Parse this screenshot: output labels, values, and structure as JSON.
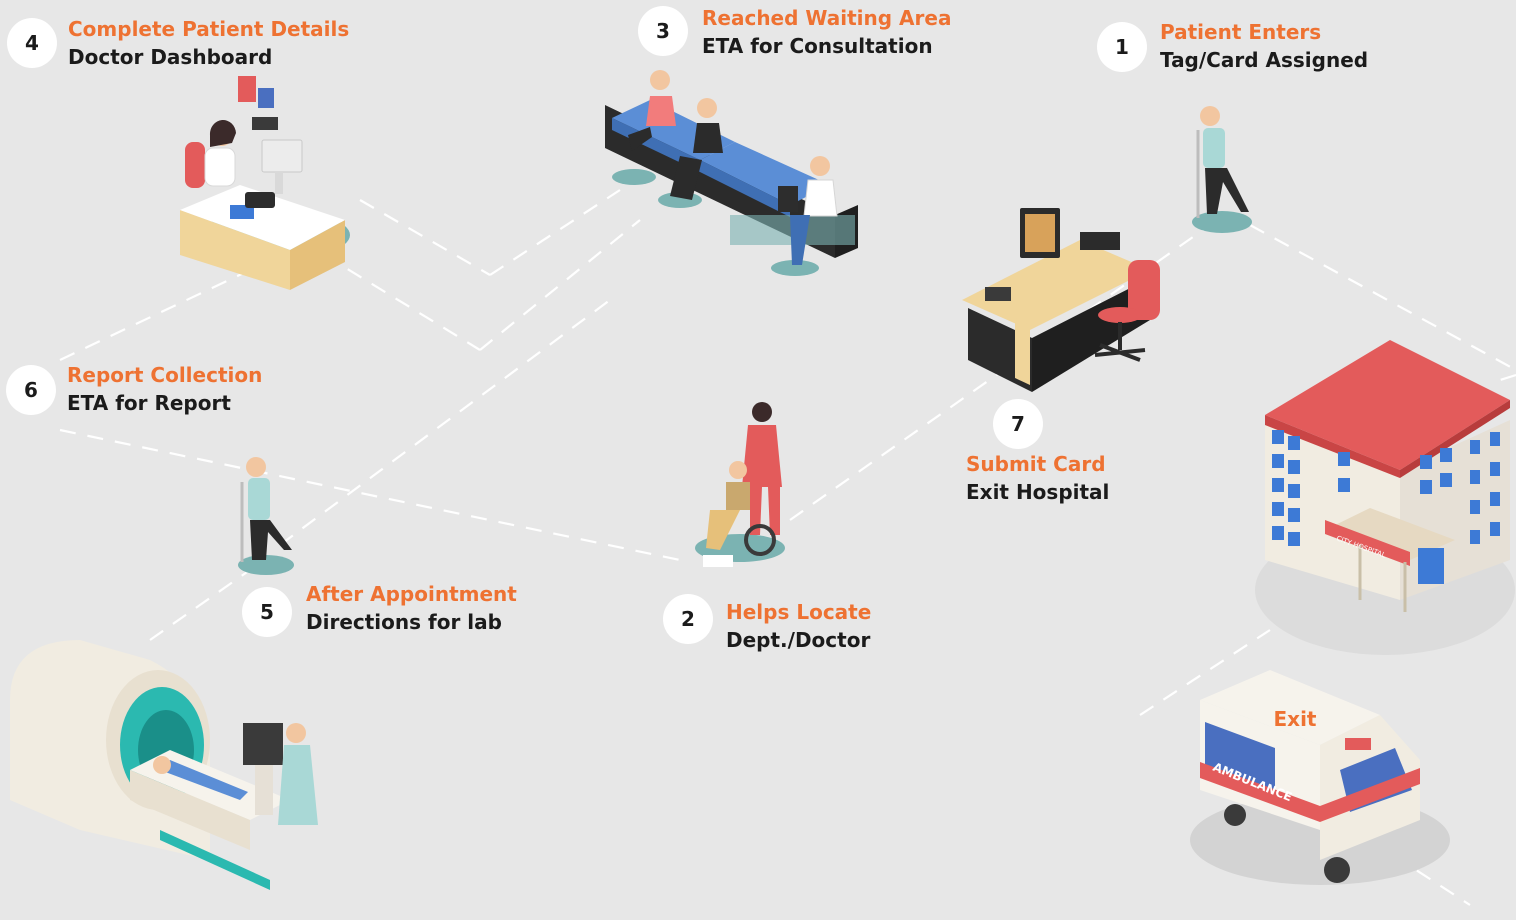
{
  "steps": [
    {
      "number": "1",
      "title": "Patient Enters",
      "subtitle": "Tag/Card Assigned"
    },
    {
      "number": "2",
      "title": "Helps Locate",
      "subtitle": "Dept./Doctor"
    },
    {
      "number": "3",
      "title": "Reached Waiting Area",
      "subtitle": "ETA for Consultation"
    },
    {
      "number": "4",
      "title": "Complete Patient Details",
      "subtitle": "Doctor Dashboard"
    },
    {
      "number": "5",
      "title": "After Appointment",
      "subtitle": "Directions for lab"
    },
    {
      "number": "6",
      "title": "Report Collection",
      "subtitle": "ETA for Report"
    },
    {
      "number": "7",
      "title": "Submit Card",
      "subtitle": "Exit Hospital"
    }
  ],
  "exit_label": "Exit",
  "hospital_sign": "CITY HOSPITAL",
  "ambulance_text": "AMBULANCE",
  "colors": {
    "accent": "#ee7232",
    "text": "#1b1b1b",
    "background": "#e7e7e7",
    "badge": "#ffffff",
    "path": "#ffffff"
  },
  "icons": [
    "doctor-desk-icon",
    "waiting-bench-icon",
    "patient-crutches-icon",
    "reception-desk-icon",
    "wheelchair-porter-icon",
    "mri-scanner-icon",
    "hospital-building-icon",
    "ambulance-icon"
  ]
}
